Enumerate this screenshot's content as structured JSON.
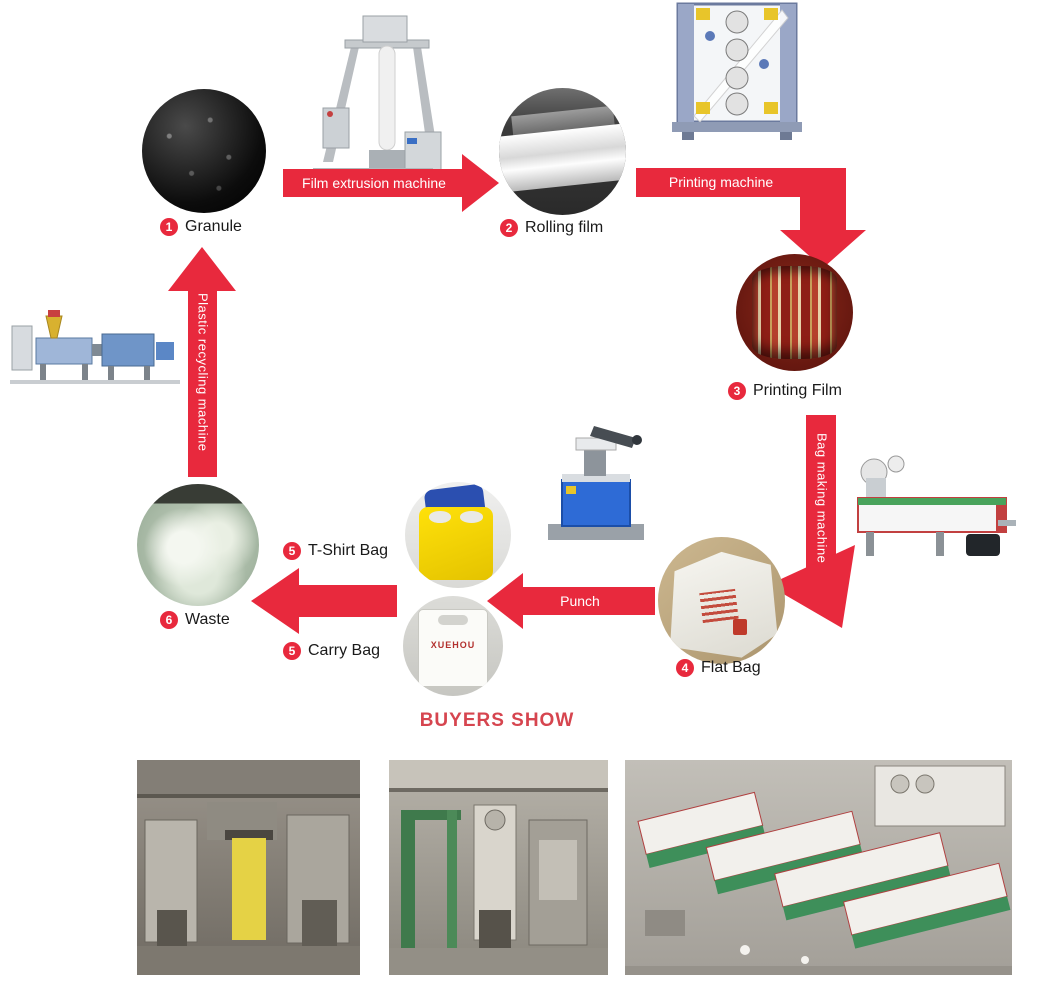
{
  "diagram": {
    "steps": [
      {
        "num": "1",
        "label": "Granule"
      },
      {
        "num": "2",
        "label": "Rolling film"
      },
      {
        "num": "3",
        "label": "Printing Film"
      },
      {
        "num": "4",
        "label": "Flat Bag"
      },
      {
        "num": "5",
        "label": "T-Shirt Bag"
      },
      {
        "num": "5",
        "label": "Carry Bag"
      },
      {
        "num": "6",
        "label": "Waste"
      }
    ],
    "arrow_labels": {
      "film_extrusion": "Film extrusion machine",
      "printing": "Printing machine",
      "bag_making": "Bag making machine",
      "punch": "Punch",
      "recycling": "Plastic recycling machine"
    },
    "carry_bag_print": "XUEHOU"
  },
  "buyers_show": {
    "title": "BUYERS SHOW"
  },
  "colors": {
    "accent_red": "#e8293d",
    "title_red": "#d6454f",
    "label_text": "#1a1a1a",
    "arrow_text": "#ffffff"
  }
}
